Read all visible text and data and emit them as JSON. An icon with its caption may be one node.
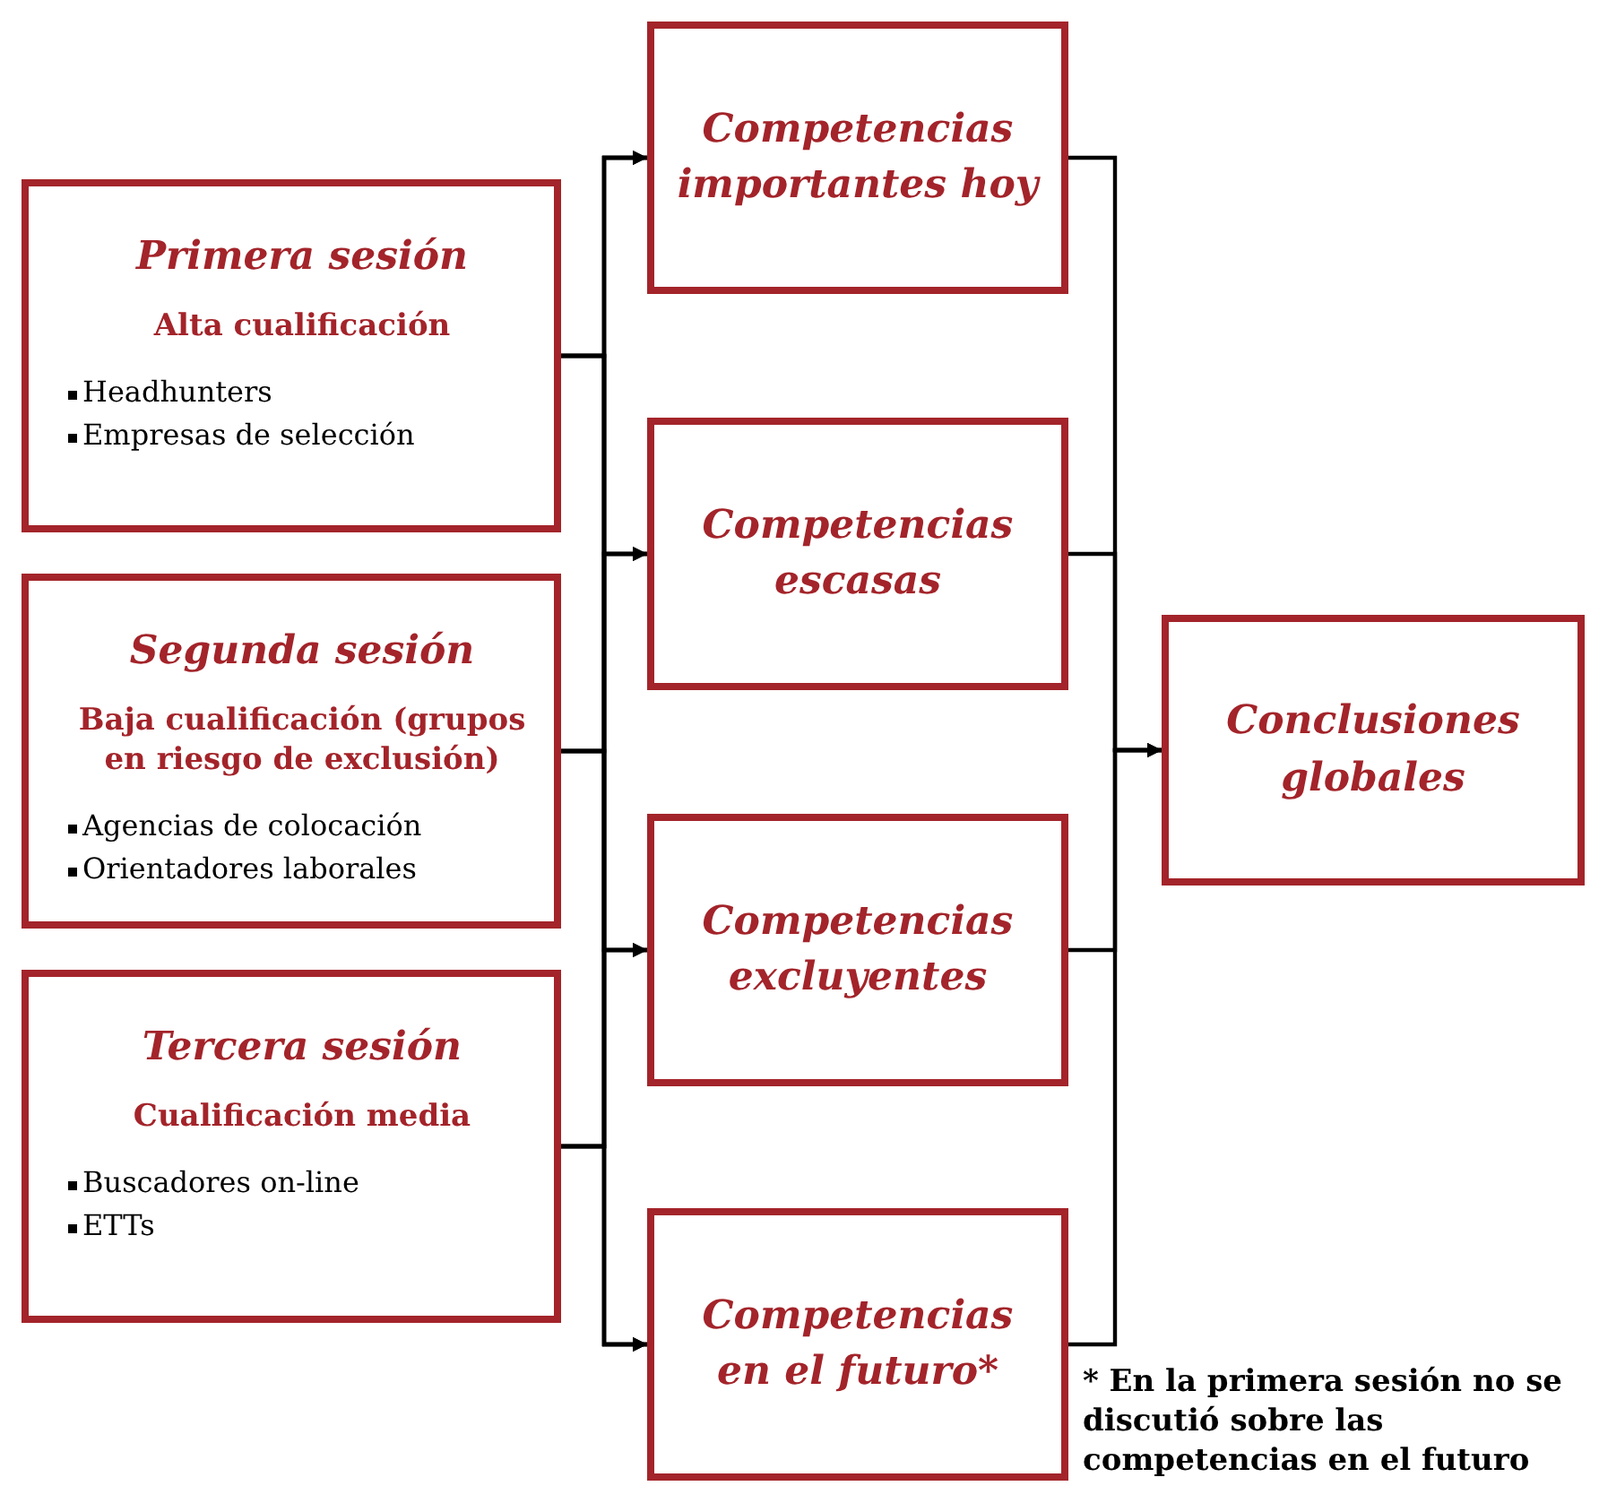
{
  "diagram": {
    "nodes": [
      {
        "text": [
          "Primera sesión",
          "Alta cualificación",
          "Headhunters",
          "Empresas de selección"
        ]
      },
      {
        "text": [
          "Segunda sesión",
          "Baja cualificación (grupos en riesgo de exclusión)",
          "Agencias de colocación",
          "Orientadores laborales"
        ]
      },
      {
        "text": [
          "Tercera sesión",
          "Cualificación media",
          "Buscadores on-line",
          "ETTs"
        ]
      },
      {
        "text": [
          "Competencias importantes hoy"
        ]
      },
      {
        "text": [
          "Competencias escasas"
        ]
      },
      {
        "text": [
          "Competencias excluyentes"
        ]
      },
      {
        "text": [
          "Competencias en el futuro*"
        ]
      },
      {
        "text": [
          "Conclusiones globales"
        ]
      }
    ],
    "edges": [
      {
        "from": 0,
        "to": 3,
        "arrow": "to"
      },
      {
        "from": 0,
        "to": 4,
        "arrow": "to"
      },
      {
        "from": 0,
        "to": 5,
        "arrow": "to"
      },
      {
        "from": 0,
        "to": 6,
        "arrow": "to"
      },
      {
        "from": 1,
        "to": 3,
        "arrow": "to"
      },
      {
        "from": 1,
        "to": 4,
        "arrow": "to"
      },
      {
        "from": 1,
        "to": 5,
        "arrow": "to"
      },
      {
        "from": 1,
        "to": 6,
        "arrow": "to"
      },
      {
        "from": 2,
        "to": 3,
        "arrow": "to"
      },
      {
        "from": 2,
        "to": 4,
        "arrow": "to"
      },
      {
        "from": 2,
        "to": 5,
        "arrow": "to"
      },
      {
        "from": 2,
        "to": 6,
        "arrow": "to"
      },
      {
        "from": 3,
        "to": 7,
        "arrow": "to"
      },
      {
        "from": 4,
        "to": 7,
        "arrow": "to"
      },
      {
        "from": 5,
        "to": 7,
        "arrow": "to"
      },
      {
        "from": 6,
        "to": 7,
        "arrow": "to"
      }
    ],
    "labels": [
      "* En la primera sesión no se discutió sobre las competencias en el futuro"
    ]
  }
}
